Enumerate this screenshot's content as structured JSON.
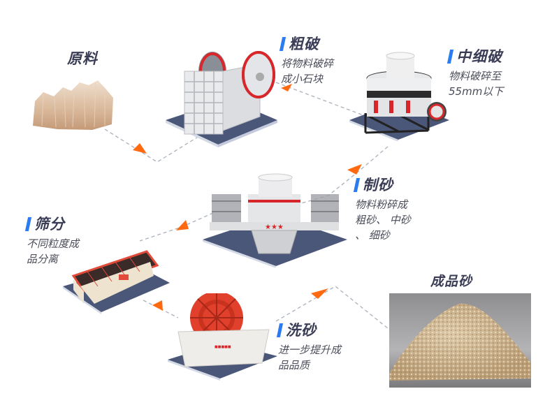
{
  "diagram": {
    "type": "process-flow",
    "colors": {
      "accent_bar": "#2b7cf0",
      "arrow": "#ff6a10",
      "dash_line": "#a9b0bd",
      "platform": "#4a5779",
      "title_text": "#3a3d55",
      "desc_text": "#4b4d5a",
      "machine_red": "#d8272b"
    },
    "raw_material": {
      "label": "原料",
      "icon": "raw-stone-image"
    },
    "steps": [
      {
        "id": "coarse",
        "title": "粗破",
        "desc_lines": [
          "将物料破碎",
          "成小石块"
        ],
        "machine": "jaw-crusher"
      },
      {
        "id": "medium-fine",
        "title": "中细破",
        "desc_lines": [
          "物料破碎至",
          "55mm以下"
        ],
        "machine": "cone-crusher"
      },
      {
        "id": "sand-making",
        "title": "制砂",
        "desc_lines": [
          "物料粉碎成",
          "粗砂、 中砂",
          "、 细砂"
        ],
        "machine": "vsi-sand-maker"
      },
      {
        "id": "screening",
        "title": "筛分",
        "desc_lines": [
          "不同粒度成",
          "品分离"
        ],
        "machine": "vibrating-screen"
      },
      {
        "id": "washing",
        "title": "洗砂",
        "desc_lines": [
          "进一步提升成",
          "品品质"
        ],
        "machine": "wheel-sand-washer"
      }
    ],
    "product": {
      "label": "成品砂",
      "icon": "sand-pile-image"
    }
  }
}
